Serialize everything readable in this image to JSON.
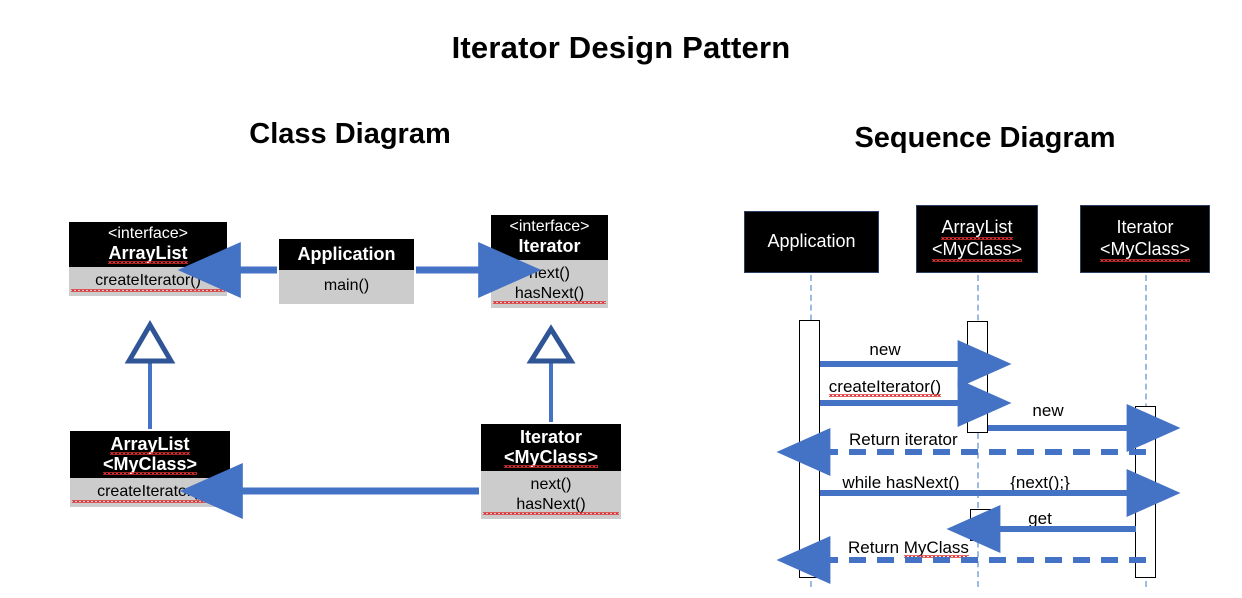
{
  "page": {
    "title": "Iterator Design Pattern",
    "accent_blue": "#4472C4",
    "lifeline_blue": "#9DBBE0",
    "box_header_bg": "#000000",
    "box_body_bg": "#CCCCCC"
  },
  "class_diagram": {
    "heading": "Class Diagram",
    "classes": [
      {
        "id": "arraylist-interface",
        "stereotype": "<interface>",
        "name": "ArrayList",
        "members": [
          "createIterator()"
        ]
      },
      {
        "id": "application",
        "stereotype": "",
        "name": "Application",
        "members": [
          "main()"
        ]
      },
      {
        "id": "iterator-interface",
        "stereotype": "<interface>",
        "name": "Iterator",
        "members": [
          "next()",
          "hasNext()"
        ]
      },
      {
        "id": "arraylist-myclass",
        "stereotype": "",
        "name": "ArrayList",
        "name2": "<MyClass>",
        "members": [
          "createIterator()"
        ]
      },
      {
        "id": "iterator-myclass",
        "stereotype": "",
        "name": "Iterator",
        "name2": "<MyClass>",
        "members": [
          "next()",
          "hasNext()"
        ]
      }
    ],
    "relations": [
      {
        "id": "app-to-arraylist",
        "kind": "association",
        "from": "application",
        "to": "arraylist-interface",
        "direction": "left"
      },
      {
        "id": "app-to-iterator",
        "kind": "association",
        "from": "application",
        "to": "iterator-interface",
        "direction": "right"
      },
      {
        "id": "arraylist-generalization",
        "kind": "generalization",
        "from": "arraylist-myclass",
        "to": "arraylist-interface",
        "direction": "up"
      },
      {
        "id": "iterator-generalization",
        "kind": "generalization",
        "from": "iterator-myclass",
        "to": "iterator-interface",
        "direction": "up"
      },
      {
        "id": "iteratorimpl-to-arraylistimpl",
        "kind": "association",
        "from": "iterator-myclass",
        "to": "arraylist-myclass",
        "direction": "left"
      }
    ]
  },
  "sequence_diagram": {
    "heading": "Sequence Diagram",
    "lifelines": [
      {
        "id": "lifeline-application",
        "name": "Application",
        "name2": ""
      },
      {
        "id": "lifeline-arraylist",
        "name": "ArrayList",
        "name2": "<MyClass>"
      },
      {
        "id": "lifeline-iterator",
        "name": "Iterator",
        "name2": "<MyClass>"
      }
    ],
    "messages": [
      {
        "id": "msg-new-arraylist",
        "label": "new",
        "style": "solid",
        "direction": "right",
        "from": "lifeline-application",
        "to": "lifeline-arraylist"
      },
      {
        "id": "msg-create-iterator",
        "label": "createIterator()",
        "style": "solid",
        "direction": "right",
        "from": "lifeline-application",
        "to": "lifeline-arraylist"
      },
      {
        "id": "msg-new-iterator",
        "label": "new",
        "style": "solid",
        "direction": "right",
        "from": "lifeline-arraylist",
        "to": "lifeline-iterator"
      },
      {
        "id": "msg-return-iterator",
        "label": "Return",
        "label2": "iterator",
        "style": "dashed",
        "direction": "left",
        "from": "lifeline-iterator",
        "to": "lifeline-application"
      },
      {
        "id": "msg-while-hasnext",
        "label": "while hasNext()",
        "style": "solid",
        "direction": "right",
        "from": "lifeline-application",
        "to": "lifeline-iterator"
      },
      {
        "id": "msg-next-fragment",
        "label": "{next();}",
        "style": "none",
        "direction": "right",
        "from": "lifeline-application",
        "to": "lifeline-iterator"
      },
      {
        "id": "msg-get",
        "label": "get",
        "style": "solid",
        "direction": "left",
        "from": "lifeline-iterator",
        "to": "lifeline-arraylist"
      },
      {
        "id": "msg-return-myclass",
        "label": "Return",
        "label2": "MyClass",
        "style": "dashed",
        "direction": "left",
        "from": "lifeline-iterator",
        "to": "lifeline-application"
      }
    ]
  }
}
